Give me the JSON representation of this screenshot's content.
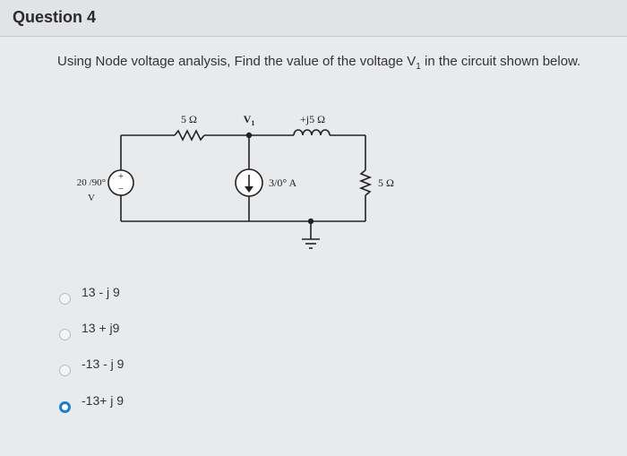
{
  "question": {
    "title": "Question 4",
    "prompt_before": "Using Node voltage analysis, Find the value of the voltage V",
    "prompt_sub": "1",
    "prompt_after": " in the circuit shown below."
  },
  "circuit": {
    "r1_label": "5 Ω",
    "node_label": "V",
    "node_sub": "1",
    "inductor_label": "+j5 Ω",
    "voltage_source_label_top": "20 /90°",
    "voltage_source_label_bottom": "V",
    "current_source_label": "3/0° A",
    "r2_label": "5 Ω",
    "plus_sign": "+",
    "minus_sign": "−"
  },
  "answers": {
    "options": [
      {
        "label": "13 - j 9",
        "selected": false
      },
      {
        "label": "13 + j9",
        "selected": false
      },
      {
        "label": "-13 - j 9",
        "selected": false
      },
      {
        "label": "-13+ j 9",
        "selected": true
      }
    ]
  }
}
